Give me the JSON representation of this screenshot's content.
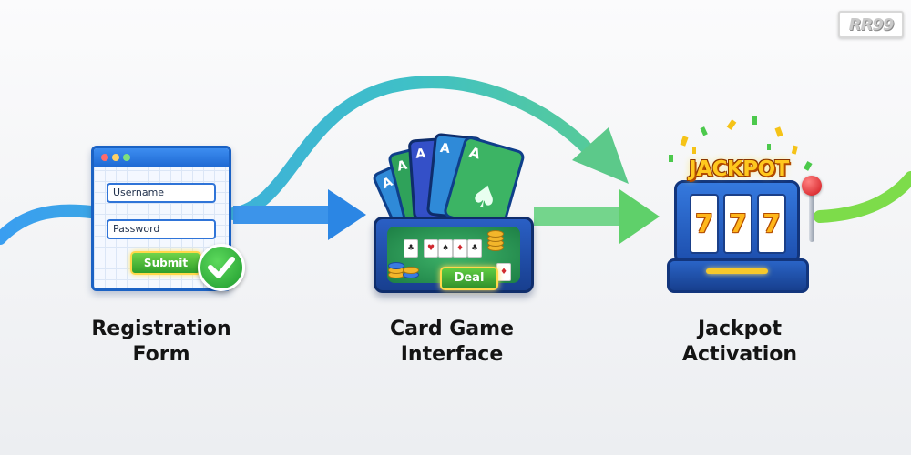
{
  "logo": {
    "text": "RR99"
  },
  "steps": [
    {
      "caption_line1": "Registration",
      "caption_line2": "Form"
    },
    {
      "caption_line1": "Card Game",
      "caption_line2": "Interface"
    },
    {
      "caption_line1": "Jackpot",
      "caption_line2": "Activation"
    }
  ],
  "registration_form": {
    "username_placeholder": "Username",
    "password_placeholder": "Password",
    "submit_label": "Submit"
  },
  "card_game": {
    "card_rank": "A",
    "deal_label": "Deal"
  },
  "jackpot": {
    "title": "JACKPOT",
    "reels": [
      "7",
      "7",
      "7"
    ]
  },
  "colors": {
    "flow_start": "#3a9ef0",
    "flow_end": "#7ddc4a",
    "brand_blue": "#1b62c4",
    "gold": "#ffc81e"
  },
  "icons": [
    "check-icon",
    "spade-icon",
    "lever-icon"
  ]
}
